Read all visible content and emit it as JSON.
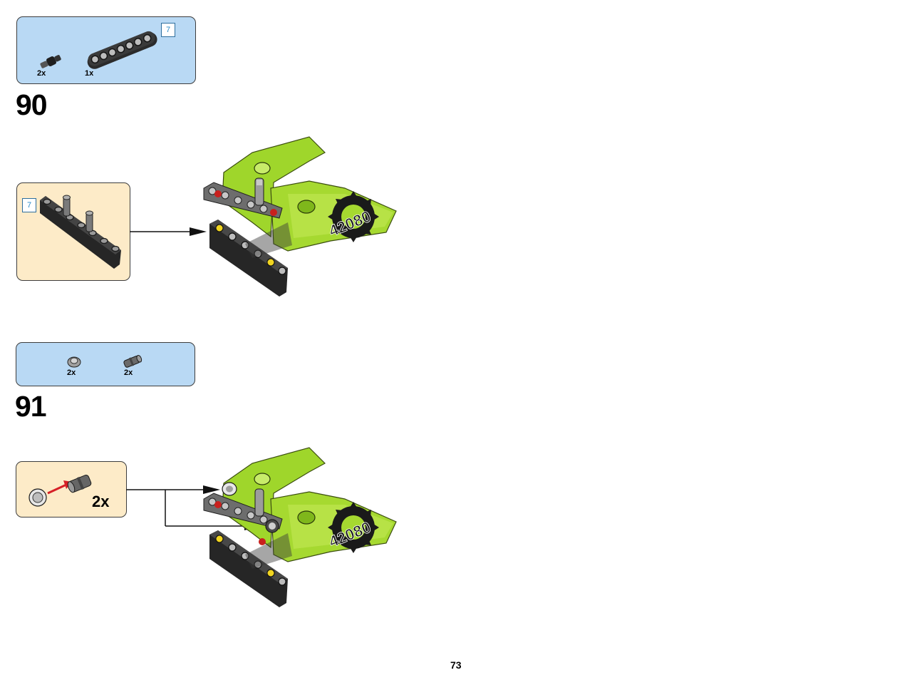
{
  "step90": {
    "number": "90",
    "parts": [
      {
        "qty": "2x",
        "icon": "black-axle-pin-icon"
      },
      {
        "qty": "1x",
        "icon": "black-beam-7-icon",
        "length_badge": "7"
      }
    ],
    "submodel": {
      "length_badge": "7",
      "icon": "beam-7-with-pins-icon"
    }
  },
  "step91": {
    "number": "91",
    "parts": [
      {
        "qty": "2x",
        "icon": "light-gray-bush-icon"
      },
      {
        "qty": "2x",
        "icon": "dark-gray-pin-icon"
      }
    ],
    "submodel": {
      "qty": "2x",
      "icon": "bush-on-pin-icon"
    }
  },
  "page_number": "73",
  "colors": {
    "callout_blue": "#b9d9f4",
    "callout_beige": "#fdebc8",
    "lime": "#a6d930",
    "black_part": "#2d2d2d",
    "gray_part": "#8a8a8a",
    "red_pin": "#c9201d",
    "yellow_axle": "#f1d521",
    "insert_arrow": "#d62027"
  }
}
